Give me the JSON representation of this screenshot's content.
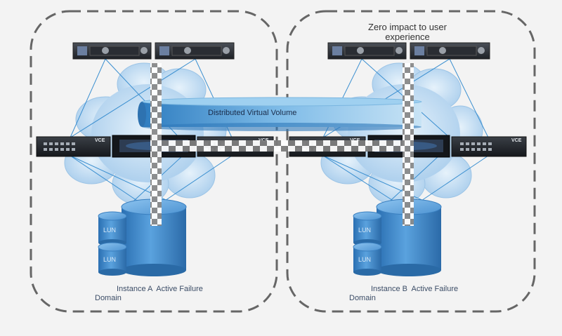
{
  "diagram": {
    "distributed_volume_label": "Distributed Virtual Volume",
    "top_note": "Zero impact to user experience",
    "instance_a": {
      "line1": "Instance A  Active Failure",
      "line2": "Domain"
    },
    "instance_b": {
      "line1": "Instance B  Active Failure",
      "line2": "Domain"
    },
    "lun_label": "LUN",
    "switch_brand": "VCE",
    "colors": {
      "background": "#f3f3f3",
      "domain_border": "#666666",
      "cloud": "#b8d6ee",
      "cylinder": "#3f87c9",
      "network_line": "#3b8fd0",
      "dashed_bar": "#8c8c8c"
    }
  }
}
